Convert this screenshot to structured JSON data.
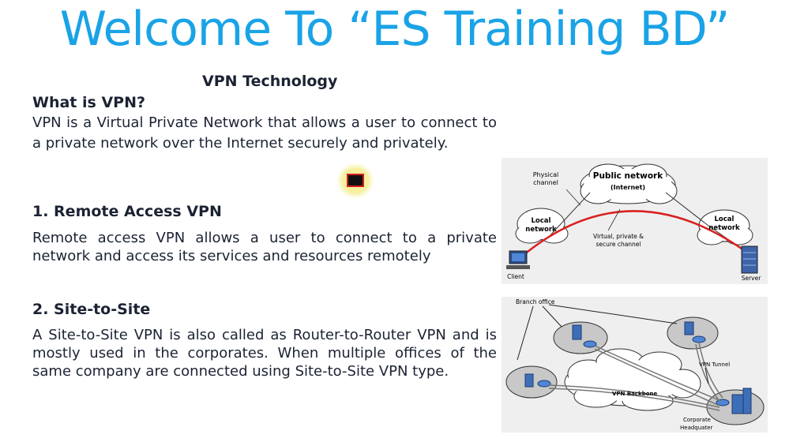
{
  "slide": {
    "title": "Welcome To “ES Training BD”",
    "subtitle": "VPN Technology",
    "sections": [
      {
        "heading": "What is VPN?",
        "text": "VPN is a Virtual Private Network that allows a user to connect to a private network over the Internet securely and privately."
      },
      {
        "heading": "1. Remote Access VPN",
        "text": "Remote access VPN allows a user to connect to a private network and access its services and resources remotely"
      },
      {
        "heading": "2. Site-to-Site",
        "text": "A Site-to-Site VPN is also called as Router-to-Router VPN and is mostly used in the corporates. When multiple offices of the same company are connected using Site-to-Site VPN type."
      }
    ]
  },
  "diagram_remote": {
    "physical_channel": [
      "Physical",
      "channel"
    ],
    "public_network": "Public network",
    "internet": "(Internet)",
    "local_left": [
      "Local",
      "network"
    ],
    "local_right": [
      "Local",
      "network"
    ],
    "virtual_channel": [
      "Virtual, private &",
      "secure channel"
    ],
    "client": "Client",
    "server": "Server"
  },
  "diagram_site": {
    "branch_office": "Branch office",
    "vpn_tunnel": "VPN Tunnel",
    "vpn_backbone": "VPN Backbone",
    "corporate": [
      "Corporate",
      "Headquater"
    ]
  },
  "recording_indicator": {
    "icon": "screen-record-icon",
    "colors": {
      "border": "#d41e1e",
      "glow": "#f6f0a0"
    }
  },
  "colors": {
    "title": "#1aa3e6",
    "vpn_channel": "#d92020"
  }
}
